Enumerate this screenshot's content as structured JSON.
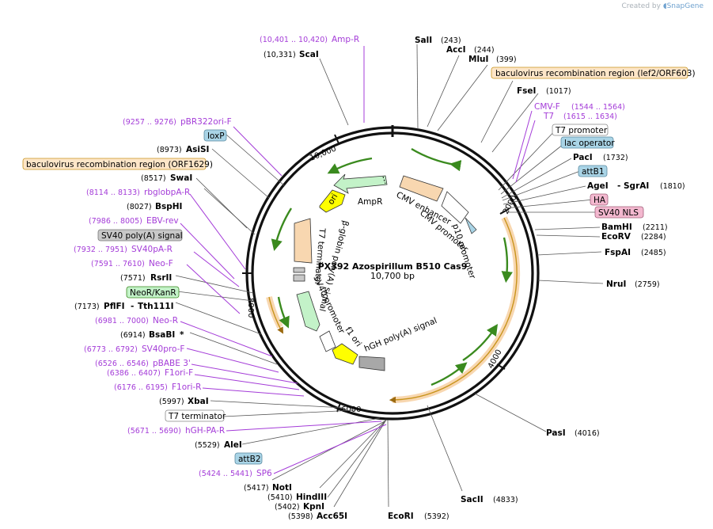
{
  "credit": {
    "prefix": "Created by",
    "brand": "SnapGene"
  },
  "plasmid": {
    "name": "PX392 Azospirillum B510 Cas9",
    "length": "10,700 bp"
  },
  "ticks": [
    "2000",
    "4000",
    "6000",
    "8000",
    "10,000"
  ],
  "sites": [
    {
      "name": "SalI",
      "pos": "(243)"
    },
    {
      "name": "AccI",
      "pos": "(244)"
    },
    {
      "name": "MluI",
      "pos": "(399)"
    },
    {
      "name": "FseI",
      "pos": "(1017)"
    },
    {
      "name": "PacI",
      "pos": "(1732)"
    },
    {
      "name": "AgeI",
      "sep": "-",
      "name2": "SgrAI",
      "pos": "(1810)"
    },
    {
      "name": "BamHI",
      "pos": "(2211)"
    },
    {
      "name": "EcoRV",
      "pos": "(2284)"
    },
    {
      "name": "FspAI",
      "pos": "(2485)"
    },
    {
      "name": "NruI",
      "pos": "(2759)"
    },
    {
      "name": "PasI",
      "pos": "(4016)"
    },
    {
      "name": "SacII",
      "pos": "(4833)"
    },
    {
      "name": "EcoRI",
      "pos": "(5392)"
    },
    {
      "name": "Acc65I",
      "pos": "(5398)"
    },
    {
      "name": "KpnI",
      "pos": "(5402)"
    },
    {
      "name": "HindIII",
      "pos": "(5410)"
    },
    {
      "name": "NotI",
      "pos": "(5417)"
    },
    {
      "name": "AleI",
      "pos": "(5529)"
    },
    {
      "name": "XbaI",
      "pos": "(5997)"
    },
    {
      "name": "BsaBI",
      "pos": "(6914)",
      "mark": "*"
    },
    {
      "name": "PflFI",
      "sep": "-",
      "name2": "Tth111I",
      "pos": "(7173)"
    },
    {
      "name": "RsrII",
      "pos": "(7571)"
    },
    {
      "name": "BspHI",
      "pos": "(8027)"
    },
    {
      "name": "SwaI",
      "pos": "(8517)"
    },
    {
      "name": "AsiSI",
      "pos": "(8973)"
    },
    {
      "name": "ScaI",
      "pos": "(10,331)"
    }
  ],
  "primers": [
    {
      "name": "Amp-R",
      "pos": "(10,401 .. 10,420)"
    },
    {
      "name": "CMV-F",
      "pos": "(1544 .. 1564)"
    },
    {
      "name": "T7",
      "pos": "(1615 .. 1634)"
    },
    {
      "name": "pBR322ori-F",
      "pos": "(9257 .. 9276)"
    },
    {
      "name": "rbglobpA-R",
      "pos": "(8114 .. 8133)"
    },
    {
      "name": "EBV-rev",
      "pos": "(7986 .. 8005)"
    },
    {
      "name": "SV40pA-R",
      "pos": "(7932 .. 7951)"
    },
    {
      "name": "Neo-F",
      "pos": "(7591 .. 7610)"
    },
    {
      "name": "Neo-R",
      "pos": "(6981 .. 7000)"
    },
    {
      "name": "SV40pro-F",
      "pos": "(6773 .. 6792)"
    },
    {
      "name": "pBABE 3'",
      "pos": "(6526 .. 6546)"
    },
    {
      "name": "F1ori-F",
      "pos": "(6386 .. 6407)"
    },
    {
      "name": "F1ori-R",
      "pos": "(6176 .. 6195)"
    },
    {
      "name": "hGH-PA-R",
      "pos": "(5671 .. 5690)"
    },
    {
      "name": "SP6",
      "pos": "(5424 .. 5441)"
    }
  ],
  "boxed": {
    "bac1": "baculovirus recombination region (lef2/ORF603)",
    "bac2": "baculovirus recombination region (ORF1629)",
    "t7prom": "T7 promoter",
    "lacop": "lac operator",
    "attb1": "attB1",
    "ha": "HA",
    "sv40nls": "SV40 NLS",
    "loxp": "loxP",
    "sv40pa": "SV40 poly(A) signal",
    "neokan": "NeoR/KanR",
    "t7term": "T7 terminator",
    "attb2": "attB2"
  },
  "inner": {
    "ampr": "AmpR",
    "ori": "ori",
    "cmvenh": "CMV enhancer",
    "cmvprom": "CMV promoter",
    "p10": "p10 promoter",
    "t7term": "T7 terminator",
    "bglobin": "β-globin poly(A) signal",
    "sv40prom": "SV40 promoter",
    "f1ori": "f1 ori",
    "hgh": "hGH poly(A) signal"
  },
  "colors": {
    "primer": "#a43cd8",
    "orf_fill": "#f8d7b0",
    "orf_stroke": "#c8941c",
    "arrow_green": "#3a8a1e",
    "ampr_fill": "#c3f2c8",
    "ori_fill": "#ffff00",
    "bac_fill": "#fde6c8",
    "blue_box": "#a9d4e6",
    "pink_box": "#f3b8cf",
    "gray_box": "#c8c8c8"
  }
}
